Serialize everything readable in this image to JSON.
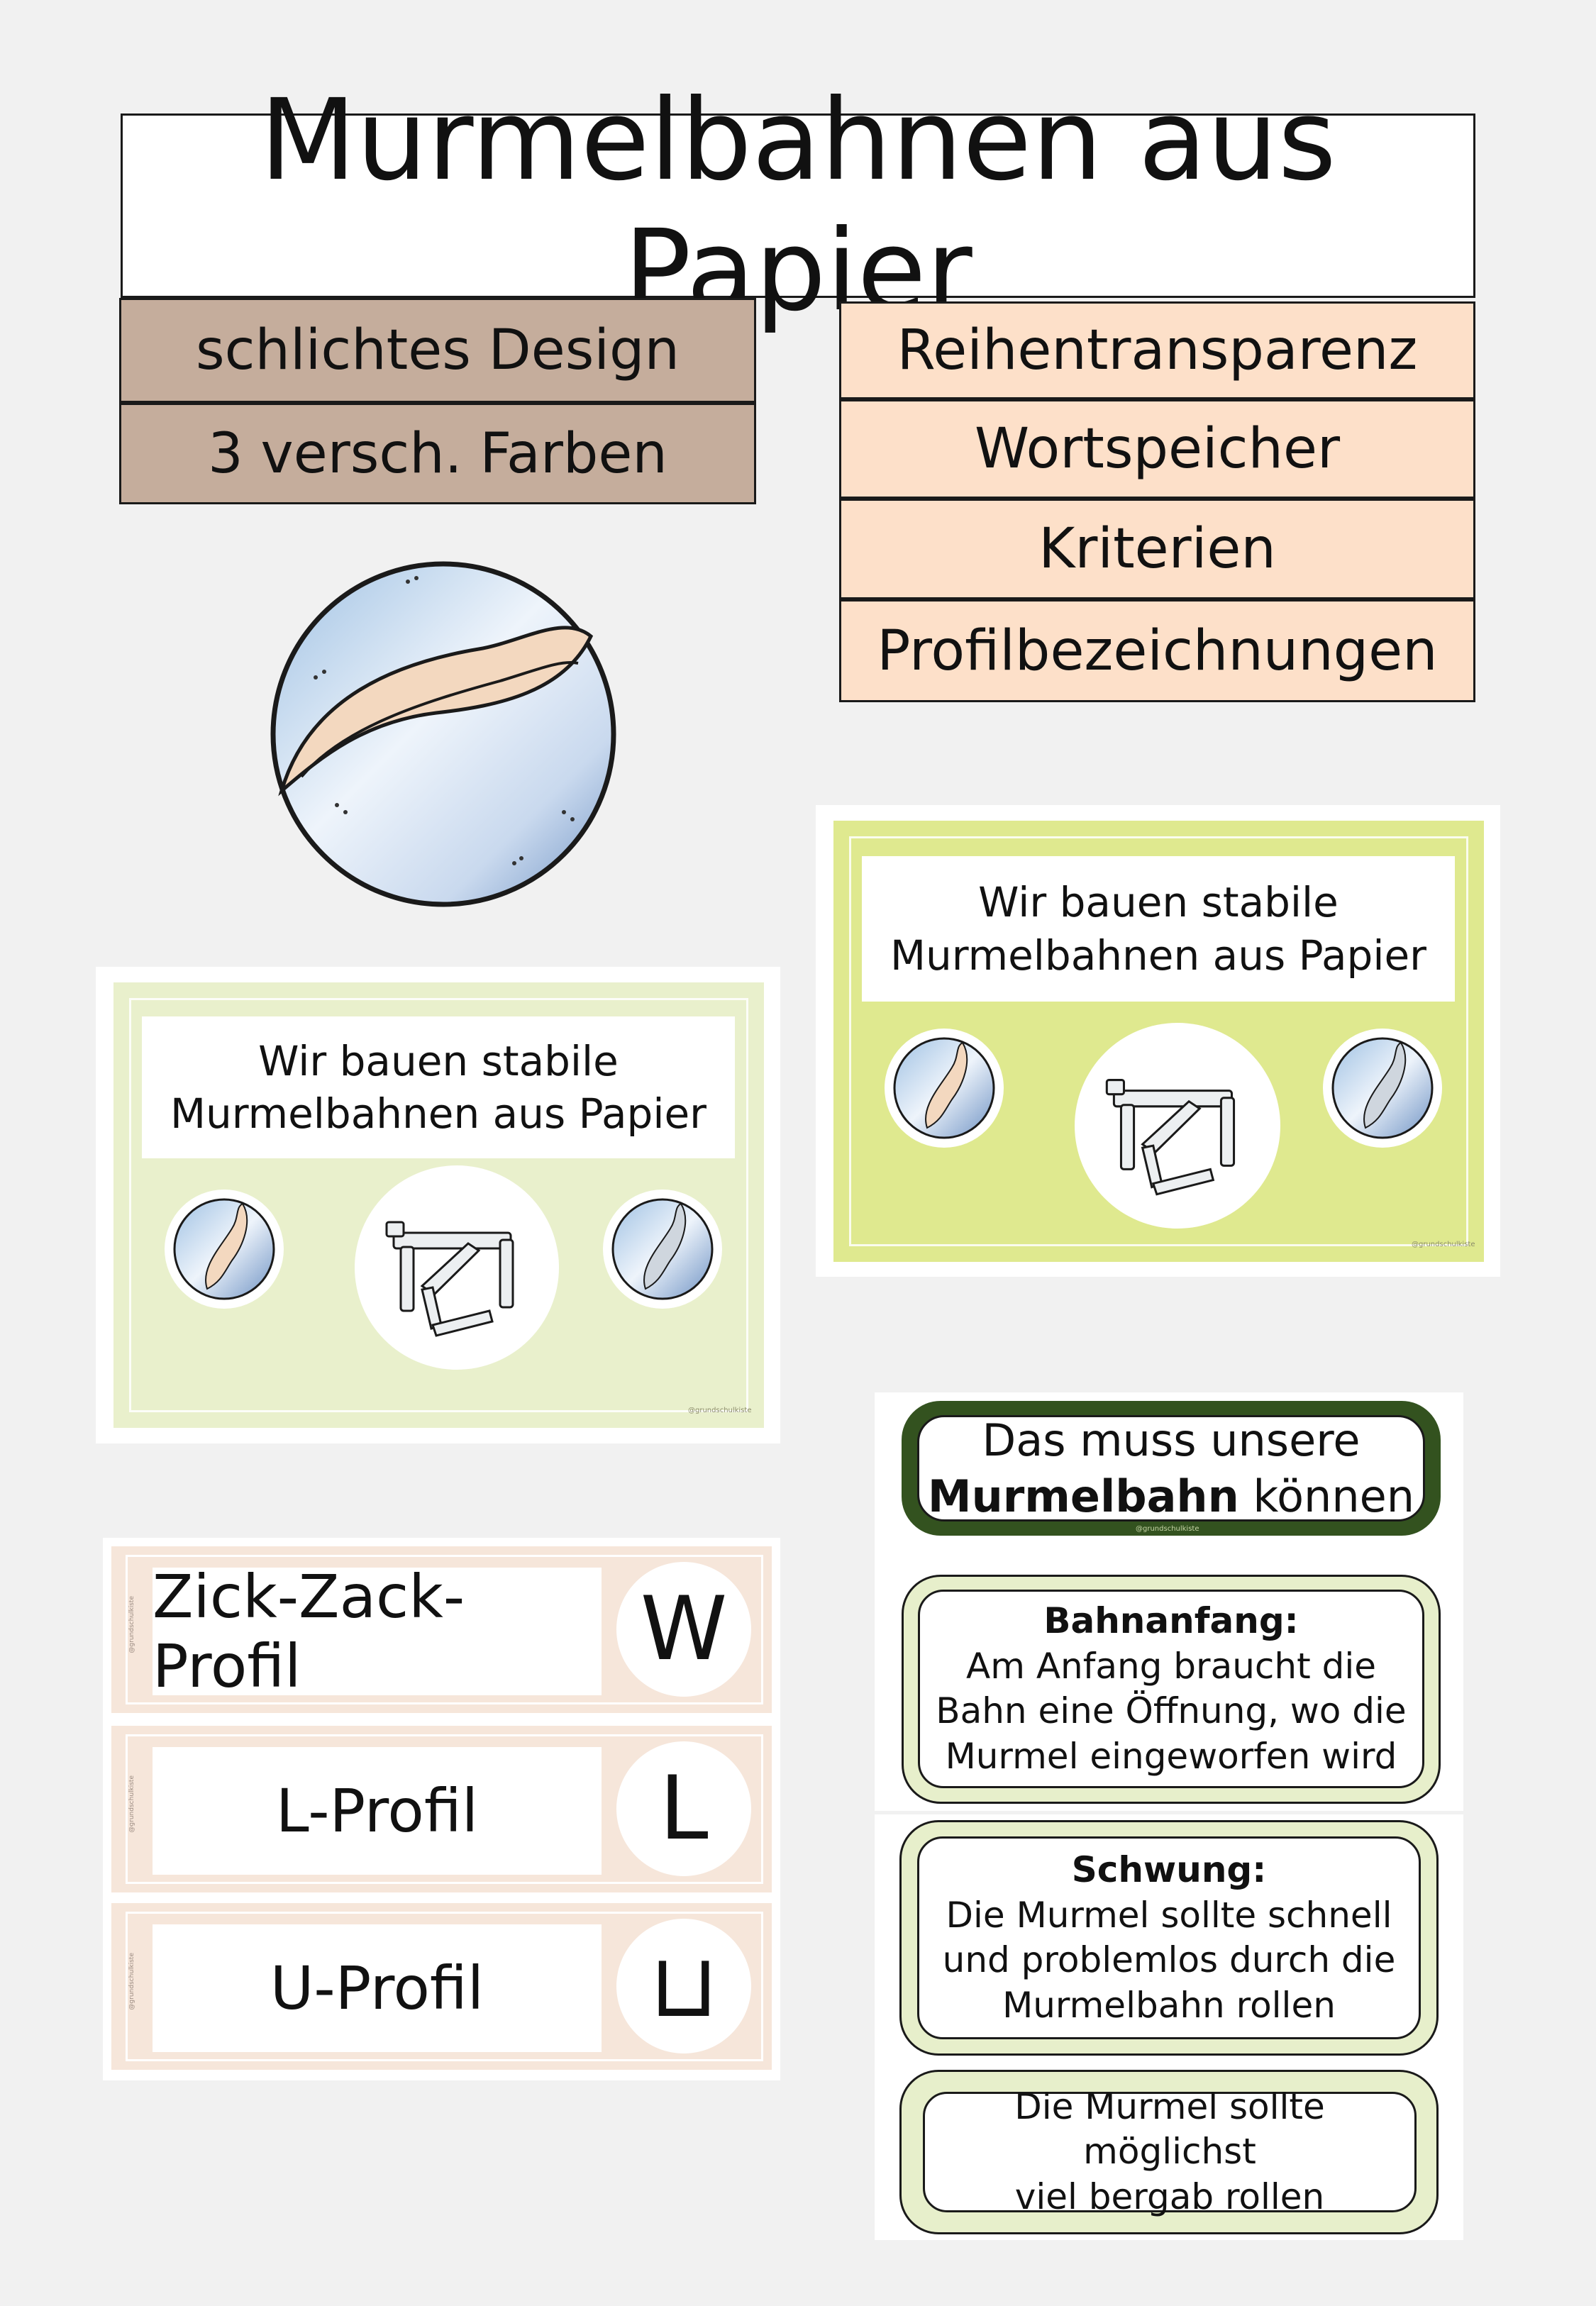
{
  "header": {
    "title": "Murmelbahnen aus Papier",
    "design_tags": [
      "schlichtes Design",
      "3 versch. Farben"
    ],
    "feature_tags": [
      "Reihentransparenz",
      "Wortspeicher",
      "Kriterien",
      "Profilbezeichnungen"
    ]
  },
  "marble": {
    "icon": "marble-icon"
  },
  "cards": [
    {
      "title_line1": "Wir bauen stabile",
      "title_line2": "Murmelbahnen aus Papier",
      "watermark": "@grundschulkiste",
      "bg": "#e9f0cc"
    },
    {
      "title_line1": "Wir bauen stabile",
      "title_line2": "Murmelbahnen aus Papier",
      "watermark": "@grundschulkiste",
      "bg": "#dfe98f"
    }
  ],
  "profiles": [
    {
      "label": "Zick-Zack-Profil",
      "symbol": "W"
    },
    {
      "label": "L-Profil",
      "symbol": "L"
    },
    {
      "label": "U-Profil",
      "symbol": "⊔"
    }
  ],
  "profile_watermark": "@grundschulkiste",
  "criteria": {
    "heading_line1": "Das muss unsere",
    "heading_bold": "Murmelbahn",
    "heading_rest": " können",
    "watermark": "@grundschulkiste",
    "items": [
      {
        "head": "Bahnanfang:",
        "lines": [
          "Am Anfang braucht die",
          "Bahn eine Öffnung, wo die",
          "Murmel eingeworfen wird"
        ]
      },
      {
        "head": "Schwung:",
        "lines": [
          "Die Murmel sollte schnell",
          "und problemlos durch die",
          "Murmelbahn rollen"
        ]
      },
      {
        "head": "",
        "lines": [
          "Die Murmel sollte möglichst",
          "viel bergab rollen"
        ]
      }
    ],
    "colors": {
      "dark_green": "#33521f",
      "light_green": "#e7efcb"
    }
  }
}
